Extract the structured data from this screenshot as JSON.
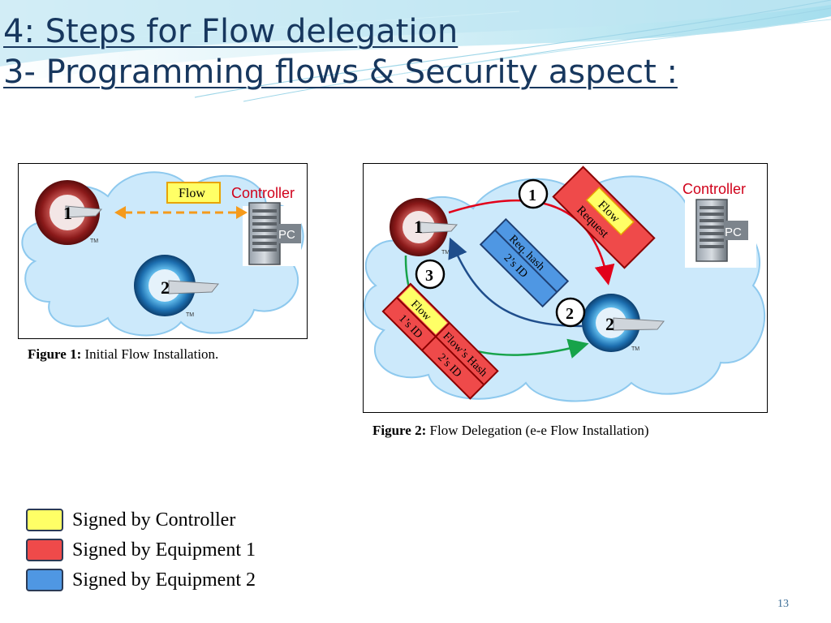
{
  "slide": {
    "title_line1": "4: Steps for Flow delegation",
    "title_line2": "3- Programming flows & Security aspect :",
    "page_number": "13"
  },
  "figure1": {
    "caption_bold": "Figure 1:",
    "caption_text": " Initial Flow Installation.",
    "flow_label": "Flow",
    "controller_label": "Controller",
    "pc_label": "PC",
    "node1_label": "1",
    "node2_label": "2",
    "tm": "TM"
  },
  "figure2": {
    "caption_bold": "Figure 2:",
    "caption_text": " Flow Delegation (e-e Flow Installation)",
    "controller_label": "Controller",
    "pc_label": "PC",
    "node1_label": "1",
    "node2_label": "2",
    "tm": "TM",
    "step1": "1",
    "step2": "2",
    "step3": "3",
    "flow_request_line1": "Flow",
    "flow_request_line2": "Request",
    "req_hash": "Req. hash",
    "id2": "2’s ID",
    "flow": "Flow",
    "flows_hash": "Flow’s Hash",
    "id1": "1’s ID",
    "id2b": "2’s ID"
  },
  "legend": [
    {
      "label": "Signed by Controller",
      "color": "#ffff66"
    },
    {
      "label": "Signed by Equipment 1",
      "color": "#ef4a4a"
    },
    {
      "label": "Signed by Equipment 2",
      "color": "#4f97e3"
    }
  ],
  "colors": {
    "title": "#17375e",
    "cloud": "#cce9fb",
    "cloud_edge": "#8ec9ee",
    "red_arrow": "#e2001a",
    "green_arrow": "#17a34a",
    "blue_arrow": "#1f4e8c",
    "flow_orange": "#f59a1b"
  }
}
